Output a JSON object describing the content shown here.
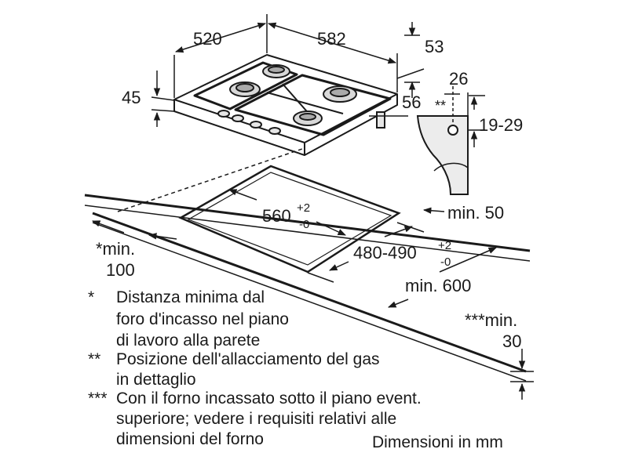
{
  "dimensions": {
    "depth": "520",
    "width": "582",
    "height_right": "53",
    "height_left": "45",
    "foot": "56",
    "gas_offset": "26",
    "gas_height": "19-29",
    "gas_marker": "**",
    "cutout_width": "560",
    "cutout_width_tol_plus": "+2",
    "cutout_width_tol_minus": "-0",
    "cutout_depth": "480-490",
    "cutout_depth_tol_plus": "+2",
    "cutout_depth_tol_minus": "-0",
    "min_side": "min. 50",
    "min_depth": "min. 600",
    "min_wall_line1": "*min.",
    "min_wall_line2": "100",
    "min_below_line1": "***min.",
    "min_below_line2": "30"
  },
  "notes": [
    {
      "mark": "*",
      "lines": [
        "Distanza minima dal",
        "foro d'incasso nel piano",
        "di lavoro alla parete"
      ]
    },
    {
      "mark": "**",
      "lines": [
        "Posizione dell'allacciamento del gas",
        "in dettaglio"
      ]
    },
    {
      "mark": "***",
      "lines": [
        "Con il forno incassato sotto il piano event.",
        "superiore; vedere i requisiti relativi alle",
        "dimensioni del forno"
      ]
    }
  ],
  "units_label": "Dimensioni in mm"
}
